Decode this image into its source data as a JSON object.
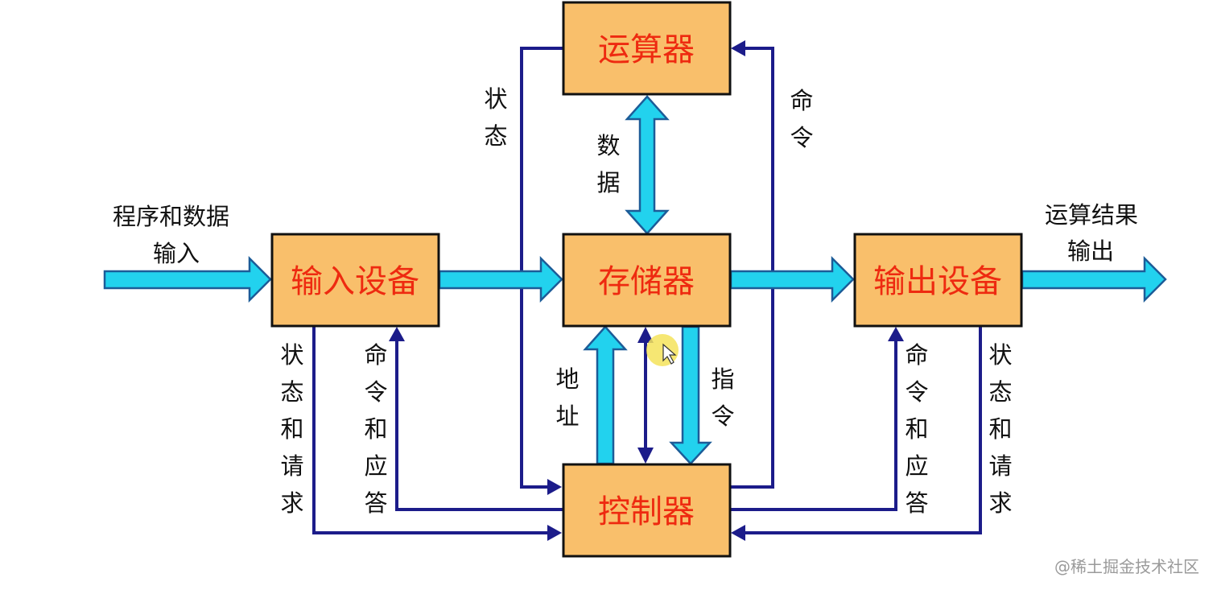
{
  "boxes": {
    "alu": "运算器",
    "memory": "存储器",
    "control": "控制器",
    "input": "输入设备",
    "output": "输出设备"
  },
  "labels": {
    "program_input_line1": "程序和数据",
    "program_input_line2": "输入",
    "result_output_line1": "运算结果",
    "result_output_line2": "输出",
    "status": "状态",
    "command": "命令",
    "data": "数据",
    "address": "地址",
    "instruction": "指令",
    "input_status_request": "状态和请求",
    "input_command_response": "命令和应答",
    "output_command_response": "命令和应答",
    "output_status_request": "状态和请求"
  },
  "colors": {
    "box_fill": "#f9bf6b",
    "box_text": "#ee2a10",
    "wide_arrow_fill": "#22d2ee",
    "thin_line": "#1c1c8a"
  },
  "watermark": "@稀土掘金技术社区"
}
